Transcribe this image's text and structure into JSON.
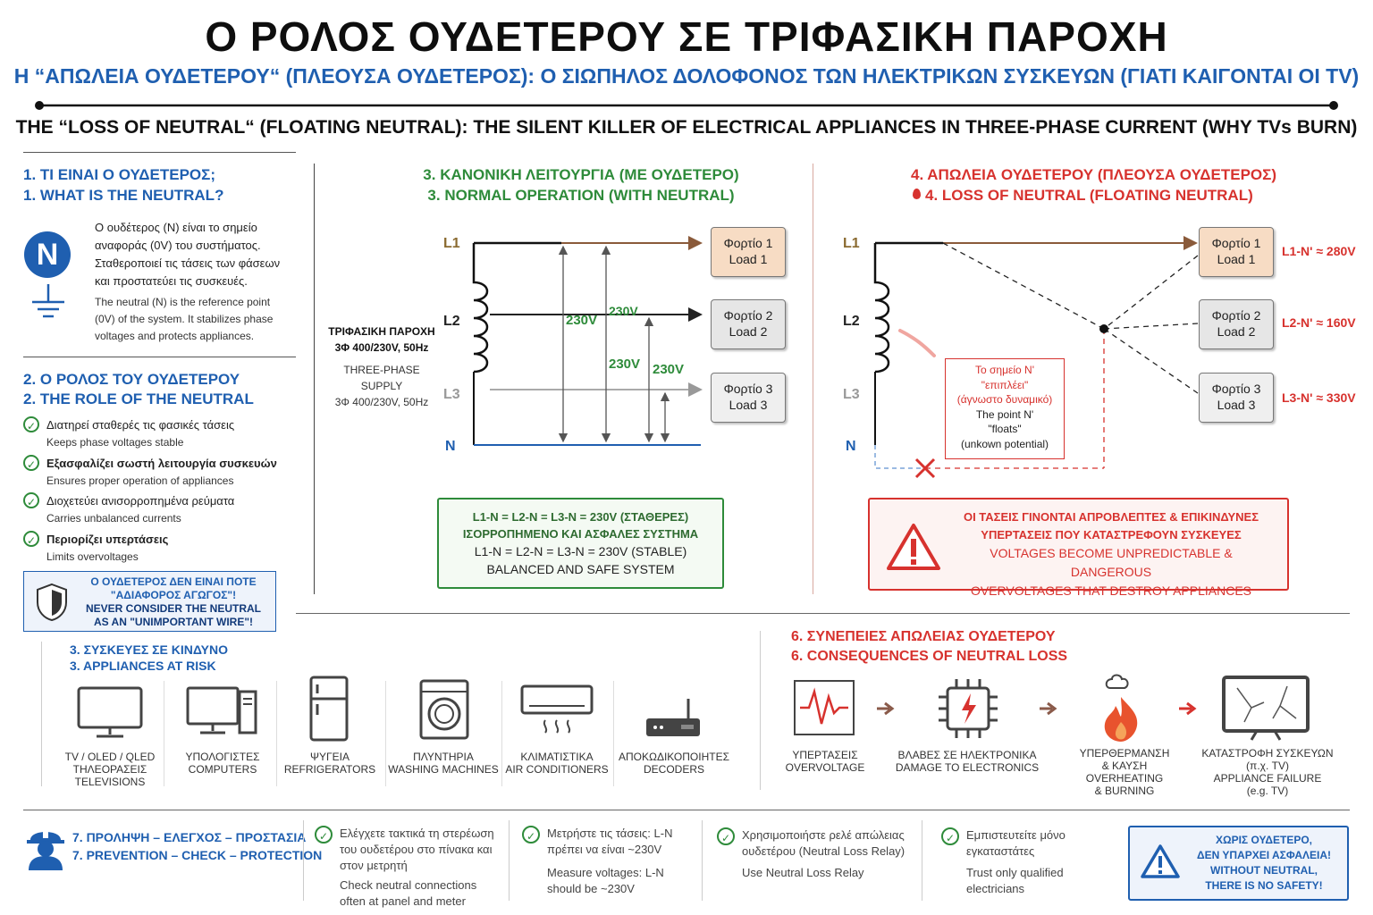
{
  "header": {
    "title": "Ο ΡΟΛΟΣ  ΟΥΔΕΤΕΡΟΥ ΣΕ ΤΡΙΦΑΣΙΚΗ ΠΑΡΟΧΗ",
    "subtitle": "Η “ΑΠΩΛΕΙΑ ΟΥΔΕΤΕΡΟΥ“ (ΠΛΕΟΥΣΑ ΟΥΔΕΤΕΡΟΣ): Ο ΣΙΩΠΗΛΟΣ ΔΟΛΟΦΟΝΟΣ ΤΩΝ ΗΛΕΚΤΡΙΚΩΝ ΣΥΣΚΕΥΩΝ (ΓΙΑΤΙ ΚΑΙΓΟΝΤΑΙ ΟΙ TV)",
    "en_title": "THE “LOSS OF NEUTRAL“ (FLOATING NEUTRAL): THE SILENT KILLER OF ELECTRICAL APPLIANCES IN THREE-PHASE CURRENT (WHY TVs BURN)"
  },
  "s1": {
    "h_gr": "1. ΤΙ ΕΙΝΑΙ Ο ΟΥΔΕΤΕΡΟΣ;",
    "h_en": "1. WHAT IS THE NEUTRAL?",
    "badge": "N",
    "text_gr": "Ο ουδέτερος (N) είναι το σημείο αναφοράς (0V) του συστήματος. Σταθεροποιεί τις τάσεις των φάσεων και προστατεύει τις συσκευές.",
    "text_en": "The neutral (N) is the reference point (0V) of the system. It stabilizes phase voltages and protects appliances."
  },
  "s2": {
    "h_gr": "2. Ο ΡΟΛΟΣ ΤΟΥ ΟΥΔΕΤΕΡΟΥ",
    "h_en": "2. THE ROLE OF THE NEUTRAL",
    "items": [
      {
        "gr": "Διατηρεί σταθερές τις φασικές τάσεις",
        "en": "Keeps phase voltages stable"
      },
      {
        "gr": "Εξασφαλίζει σωστή λειτουργία συσκευών",
        "en": "Ensures proper operation of appliances"
      },
      {
        "gr": "Διοχετεύει ανισορροπημένα ρεύματα",
        "en": "Carries unbalanced currents"
      },
      {
        "gr": "Περιορίζει υπερτάσεις",
        "en": "Limits overvoltages"
      }
    ],
    "warn_gr1": "Ο ΟΥΔΕΤΕΡΟΣ ΔΕΝ ΕΙΝΑΙ ΠΟΤΕ",
    "warn_gr2": "\"ΑΔΙΑΦΟΡΟΣ ΑΓΩΓΟΣ\"!",
    "warn_en1": "NEVER CONSIDER THE NEUTRAL",
    "warn_en2": "AS AN \"UNIMPORTANT WIRE\"!"
  },
  "s3": {
    "h_gr": "3. ΚΑΝΟΝΙΚΗ ΛΕΙΤΟΥΡΓΙΑ (ΜΕ ΟΥΔΕΤΕΡΟ)",
    "h_en": "3. NORMAL OPERATION (WITH NEUTRAL)",
    "supply_gr1": "ΤΡΙΦΑΣΙΚΗ ΠΑΡΟΧΗ",
    "supply_gr2": "3Φ 400/230V, 50Hz",
    "supply_en1": "THREE-PHASE SUPPLY",
    "supply_en2": "3Φ 400/230V, 50Hz",
    "lines": [
      "L1",
      "L2",
      "L3",
      "N"
    ],
    "volts": [
      "230V",
      "230V",
      "230V",
      "230V"
    ],
    "loads": [
      {
        "gr": "Φορτίο 1",
        "en": "Load 1"
      },
      {
        "gr": "Φορτίο 2",
        "en": "Load 2"
      },
      {
        "gr": "Φορτίο 3",
        "en": "Load 3"
      }
    ],
    "box_l1": "L1-N = L2-N = L3-N = 230V (ΣΤΑΘΕΡΕΣ)",
    "box_l2": "ΙΣΟΡΡΟΠΗΜΕΝΟ ΚΑΙ ΑΣΦΑΛΕΣ ΣΥΣΤΗΜΑ",
    "box_l3": "L1-N = L2-N = L3-N = 230V (STABLE)",
    "box_l4": "BALANCED AND SAFE SYSTEM"
  },
  "s4": {
    "h_gr": "4. ΑΠΩΛΕΙΑ ΟΥΔΕΤΕΡΟΥ (ΠΛΕΟΥΣΑ ΟΥΔΕΤΕΡΟΣ)",
    "h_en": "4. LOSS OF NEUTRAL (FLOATING NEUTRAL)",
    "lines": [
      "L1",
      "L2",
      "L3",
      "N"
    ],
    "loads": [
      {
        "gr": "Φορτίο 1",
        "en": "Load 1",
        "v": "L1-N' ≈ 280V"
      },
      {
        "gr": "Φορτίο 2",
        "en": "Load 2",
        "v": "L2-N' ≈ 160V"
      },
      {
        "gr": "Φορτίο 3",
        "en": "Load 3",
        "v": "L3-N' ≈ 330V"
      }
    ],
    "note_gr1": "Το σημείο N'",
    "note_gr2": "\"επιπλέει\"",
    "note_gr3": "(άγνωστο δυναμικό)",
    "note_en1": "The point N'",
    "note_en2": "\"floats\"",
    "note_en3": "(unkown potential)",
    "box_l1": "ΟΙ ΤΑΣΕΙΣ ΓΙΝΟΝΤΑΙ ΑΠΡΟΒΛΕΠΤΕΣ & ΕΠΙΚΙΝΔΥΝΕΣ",
    "box_l2": "ΥΠΕΡΤΑΣΕΙΣ ΠΟΥ ΚΑΤΑΣΤΡΕΦΟΥΝ ΣΥΣΚΕΥΕΣ",
    "box_l3": "VOLTAGES BECOME UNPREDICTABLE & DANGEROUS",
    "box_l4": "OVERVOLTAGES THAT DESTROY APPLIANCES"
  },
  "s5": {
    "h_gr": "3. ΣΥΣΚΕΥΕΣ ΣΕ ΚΙΝΔΥΝΟ",
    "h_en": "3. APPLIANCES AT RISK",
    "items": [
      {
        "l1": "TV / OLED / QLED",
        "l2": "ΤΗΛΕΟΡΑΣΕΙΣ",
        "l3": "TELEVISIONS"
      },
      {
        "l1": "ΥΠΟΛΟΓΙΣΤΕΣ",
        "l2": "COMPUTERS",
        "l3": ""
      },
      {
        "l1": "ΨΥΓΕΙΑ",
        "l2": "REFRIGERATORS",
        "l3": ""
      },
      {
        "l1": "ΠΛΥΝΤΗΡΙΑ",
        "l2": "WASHING MACHINES",
        "l3": ""
      },
      {
        "l1": "ΚΛΙΜΑΤΙΣΤΙΚΑ",
        "l2": "AIR CONDITIONERS",
        "l3": ""
      },
      {
        "l1": "ΑΠΟΚΩΔΙΚΟΠΟΙΗΤΕΣ",
        "l2": "DECODERS",
        "l3": ""
      }
    ]
  },
  "s6": {
    "h_gr": "6. ΣΥΝΕΠΕΙΕΣ ΑΠΩΛΕΙΑΣ ΟΥΔΕΤΕΡΟΥ",
    "h_en": "6. CONSEQUENCES OF NEUTRAL LOSS",
    "items": [
      {
        "l1": "ΥΠΕΡΤΑΣΕΙΣ",
        "l2": "OVERVOLTAGE",
        "l3": "",
        "l4": ""
      },
      {
        "l1": "ΒΛΑΒΕΣ ΣΕ ΗΛΕΚΤΡΟΝΙΚΑ",
        "l2": "DAMAGE TO ELECTRONICS",
        "l3": "",
        "l4": ""
      },
      {
        "l1": "ΥΠΕΡΘΕΡΜΑΝΣΗ",
        "l2": "& ΚΑΥΣΗ",
        "l3": "OVERHEATING",
        "l4": "& BURNING"
      },
      {
        "l1": "ΚΑΤΑΣΤΡΟΦΗ ΣΥΣΚΕΥΩΝ",
        "l2": "(π.χ. TV)",
        "l3": "APPLIANCE FAILURE",
        "l4": "(e.g. TV)"
      }
    ]
  },
  "s7": {
    "h_gr": "7. ΠΡΟΛΗΨΗ – ΕΛΕΓΧΟΣ – ΠΡΟΣΤΑΣΙΑ",
    "h_en": "7. PREVENTION – CHECK – PROTECTION",
    "items": [
      {
        "gr": "Ελέγχετε τακτικά τη στερέωση του ουδετέρου στο πίνακα και στον μετρητή",
        "en": "Check neutral connections often at panel and meter"
      },
      {
        "gr": "Μετρήστε τις τάσεις: L-N πρέπει να είναι ~230V",
        "en": "Measure voltages: L-N should be ~230V"
      },
      {
        "gr": "Χρησιμοποιήστε ρελέ απώλειας ουδετέρου (Neutral Loss Relay)",
        "en": "Use Neutral Loss Relay"
      },
      {
        "gr": "Εμπιστευτείτε μόνο εγκαταστάτες",
        "en": "Trust only qualified electricians"
      }
    ],
    "final_gr1": "ΧΩΡΙΣ ΟΥΔΕΤΕΡΟ,",
    "final_gr2": "ΔΕΝ ΥΠΑΡΧΕΙ ΑΣΦΑΛΕΙΑ!",
    "final_en1": "WITHOUT NEUTRAL,",
    "final_en2": "THERE IS NO SAFETY!"
  },
  "colors": {
    "blue": "#1f5fb0",
    "green": "#2e8b3a",
    "red": "#d7322e",
    "load_orange": "#f7dcc4",
    "load_gray": "#e6e6e6"
  }
}
